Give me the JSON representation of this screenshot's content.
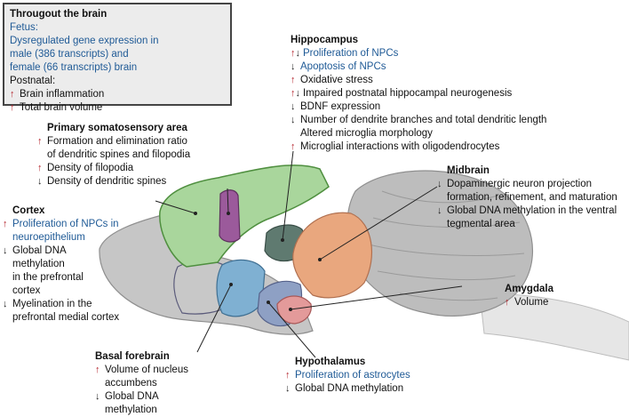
{
  "box": {
    "title": "Througout the brain",
    "lines": [
      {
        "arrow": "",
        "text": "Fetus:",
        "blue": true
      },
      {
        "arrow": "",
        "text": "Dysregulated gene expression in",
        "blue": true
      },
      {
        "arrow": "",
        "text": "male (386 transcripts) and",
        "blue": true
      },
      {
        "arrow": "",
        "text": "female (66 transcripts) brain",
        "blue": true
      },
      {
        "arrow": "",
        "text": "Postnatal:",
        "blue": false
      },
      {
        "arrow": "up",
        "text": "Brain inflammation",
        "blue": false
      },
      {
        "arrow": "up",
        "text": "Total brain volume",
        "blue": false
      }
    ]
  },
  "hippocampus": {
    "title": "Hippocampus",
    "lines": [
      {
        "arrow": "updown",
        "text": "Proliferation of NPCs",
        "blue": true
      },
      {
        "arrow": "down",
        "text": "Apoptosis of NPCs",
        "blue": true
      },
      {
        "arrow": "up",
        "text": "Oxidative stress",
        "blue": false
      },
      {
        "arrow": "updown",
        "text": "Impaired postnatal hippocampal neurogenesis",
        "blue": false
      },
      {
        "arrow": "down",
        "text": "BDNF expression",
        "blue": false
      },
      {
        "arrow": "down",
        "text": "Number of dendrite branches and total dendritic length",
        "blue": false
      },
      {
        "arrow": "",
        "text": "Altered microglia morphology",
        "blue": false
      },
      {
        "arrow": "up",
        "text": "Microglial interactions with oligodendrocytes",
        "blue": false
      }
    ]
  },
  "somatosensory": {
    "title": "Primary somatosensory area",
    "lines": [
      {
        "arrow": "up",
        "text": "Formation and elimination ratio",
        "blue": false
      },
      {
        "arrow": "",
        "text": "of dendritic spines and filopodia",
        "blue": false
      },
      {
        "arrow": "up",
        "text": "Density of filopodia",
        "blue": false
      },
      {
        "arrow": "down",
        "text": "Density of dendritic spines",
        "blue": false
      }
    ]
  },
  "midbrain": {
    "title": "Midbrain",
    "lines": [
      {
        "arrow": "down",
        "text": "Dopaminergic neuron projection",
        "blue": false
      },
      {
        "arrow": "",
        "text": "formation, refinement, and maturation",
        "blue": false
      },
      {
        "arrow": "down",
        "text": "Global DNA methylation in the ventral",
        "blue": false
      },
      {
        "arrow": "",
        "text": "tegmental area",
        "blue": false
      }
    ]
  },
  "cortex": {
    "title": "Cortex",
    "lines": [
      {
        "arrow": "up",
        "text": "Proliferation of NPCs in",
        "blue": true
      },
      {
        "arrow": "",
        "text": "neuroepithelium",
        "blue": true
      },
      {
        "arrow": "down",
        "text": "Global DNA",
        "blue": false
      },
      {
        "arrow": "",
        "text": "methylation",
        "blue": false
      },
      {
        "arrow": "",
        "text": "in the prefrontal",
        "blue": false
      },
      {
        "arrow": "",
        "text": "cortex",
        "blue": false
      },
      {
        "arrow": "down",
        "text": "Myelination in the",
        "blue": false
      },
      {
        "arrow": "",
        "text": "prefrontal medial cortex",
        "blue": false
      }
    ]
  },
  "amygdala": {
    "title": "Amygdala",
    "lines": [
      {
        "arrow": "up",
        "text": "Volume",
        "blue": false
      }
    ]
  },
  "basal": {
    "title": "Basal forebrain",
    "lines": [
      {
        "arrow": "up",
        "text": "Volume of nucleus",
        "blue": false
      },
      {
        "arrow": "",
        "text": "accumbens",
        "blue": false
      },
      {
        "arrow": "down",
        "text": "Global DNA",
        "blue": false
      },
      {
        "arrow": "",
        "text": "methylation",
        "blue": false
      }
    ]
  },
  "hypothalamus": {
    "title": "Hypothalamus",
    "lines": [
      {
        "arrow": "up",
        "text": "Proliferation of astrocytes",
        "blue": true
      },
      {
        "arrow": "down",
        "text": "Global DNA methylation",
        "blue": false
      }
    ]
  },
  "colors": {
    "cortex_region": "#a9d69c",
    "somatosensory_region": "#9b5a9b",
    "hippocampus_region": "#5f7a70",
    "midbrain_region": "#e9a77e",
    "amygdala_region": "#e39a9a",
    "basal_region": "#7fb0d2",
    "hypothalamus_region": "#8ea0c4",
    "brain_gray": "#c4c4c4",
    "up_arrow": "#b5262e",
    "blue_text": "#1f5a96"
  }
}
